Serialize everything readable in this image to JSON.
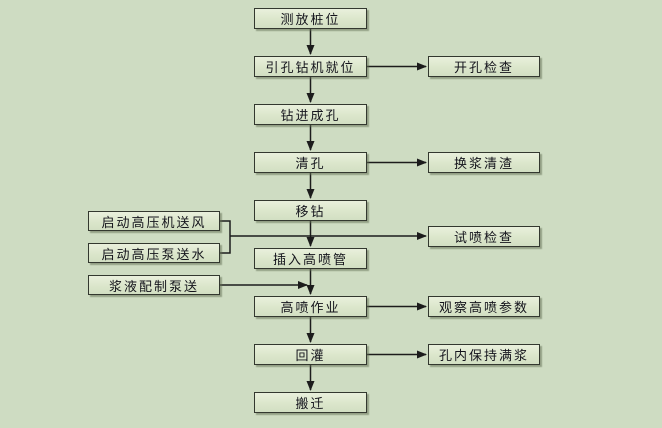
{
  "colors": {
    "background": "#cedcc2",
    "node_fill_top": "#e9f0dc",
    "node_fill_bottom": "#d2dfc3",
    "node_border": "#33382f",
    "connector": "#1c1c1c"
  },
  "flow": {
    "main_steps": [
      "测放桩位",
      "引孔钻机就位",
      "钻进成孔",
      "清孔",
      "移钻",
      "插入高喷管",
      "高喷作业",
      "回灌",
      "搬迁"
    ],
    "side_checks": [
      "开孔检查",
      "换浆清渣",
      "试喷检查",
      "观察高喷参数",
      "孔内保持满浆"
    ],
    "support_inputs": [
      "启动高压机送风",
      "启动高压泵送水",
      "浆液配制泵送"
    ]
  }
}
